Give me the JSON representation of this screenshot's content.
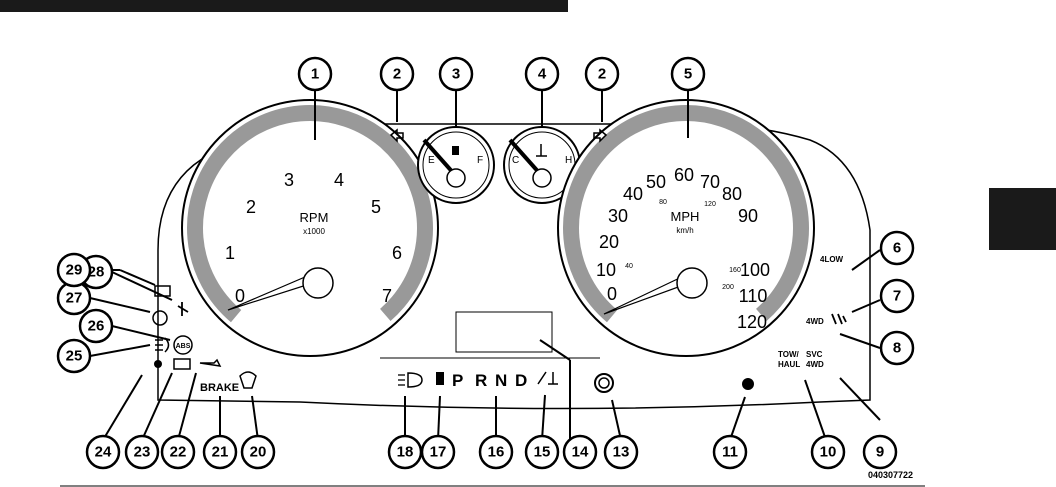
{
  "callouts": [
    "1",
    "2",
    "3",
    "4",
    "2",
    "5",
    "6",
    "7",
    "8",
    "9",
    "10",
    "11",
    "13",
    "14",
    "15",
    "16",
    "17",
    "18",
    "20",
    "21",
    "22",
    "23",
    "24",
    "25",
    "26",
    "27",
    "28",
    "29"
  ],
  "tachometer": {
    "label": "RPM",
    "unit": "x1000",
    "ticks": [
      "0",
      "1",
      "2",
      "3",
      "4",
      "5",
      "6",
      "7"
    ]
  },
  "speedometer": {
    "label": "MPH",
    "unit": "km/h",
    "mph_ticks": [
      "0",
      "10",
      "20",
      "30",
      "40",
      "50",
      "60",
      "70",
      "80",
      "90",
      "100",
      "110",
      "120"
    ],
    "kmh_ticks": [
      "40",
      "80",
      "120",
      "160",
      "200"
    ]
  },
  "fuel_gauge": {
    "empty": "E",
    "full": "F"
  },
  "temp_gauge": {
    "cold": "C",
    "hot": "H"
  },
  "gear_selector": [
    "P",
    "R",
    "N",
    "D"
  ],
  "indicators": {
    "low4": "4LOW",
    "wd4": "4WD",
    "tow_haul_line1": "TOW/",
    "tow_haul_line2": "HAUL",
    "svc4wd_line1": "SVC",
    "svc4wd_line2": "4WD",
    "brake": "BRAKE",
    "abs": "ABS"
  },
  "figure_code": "040307722"
}
